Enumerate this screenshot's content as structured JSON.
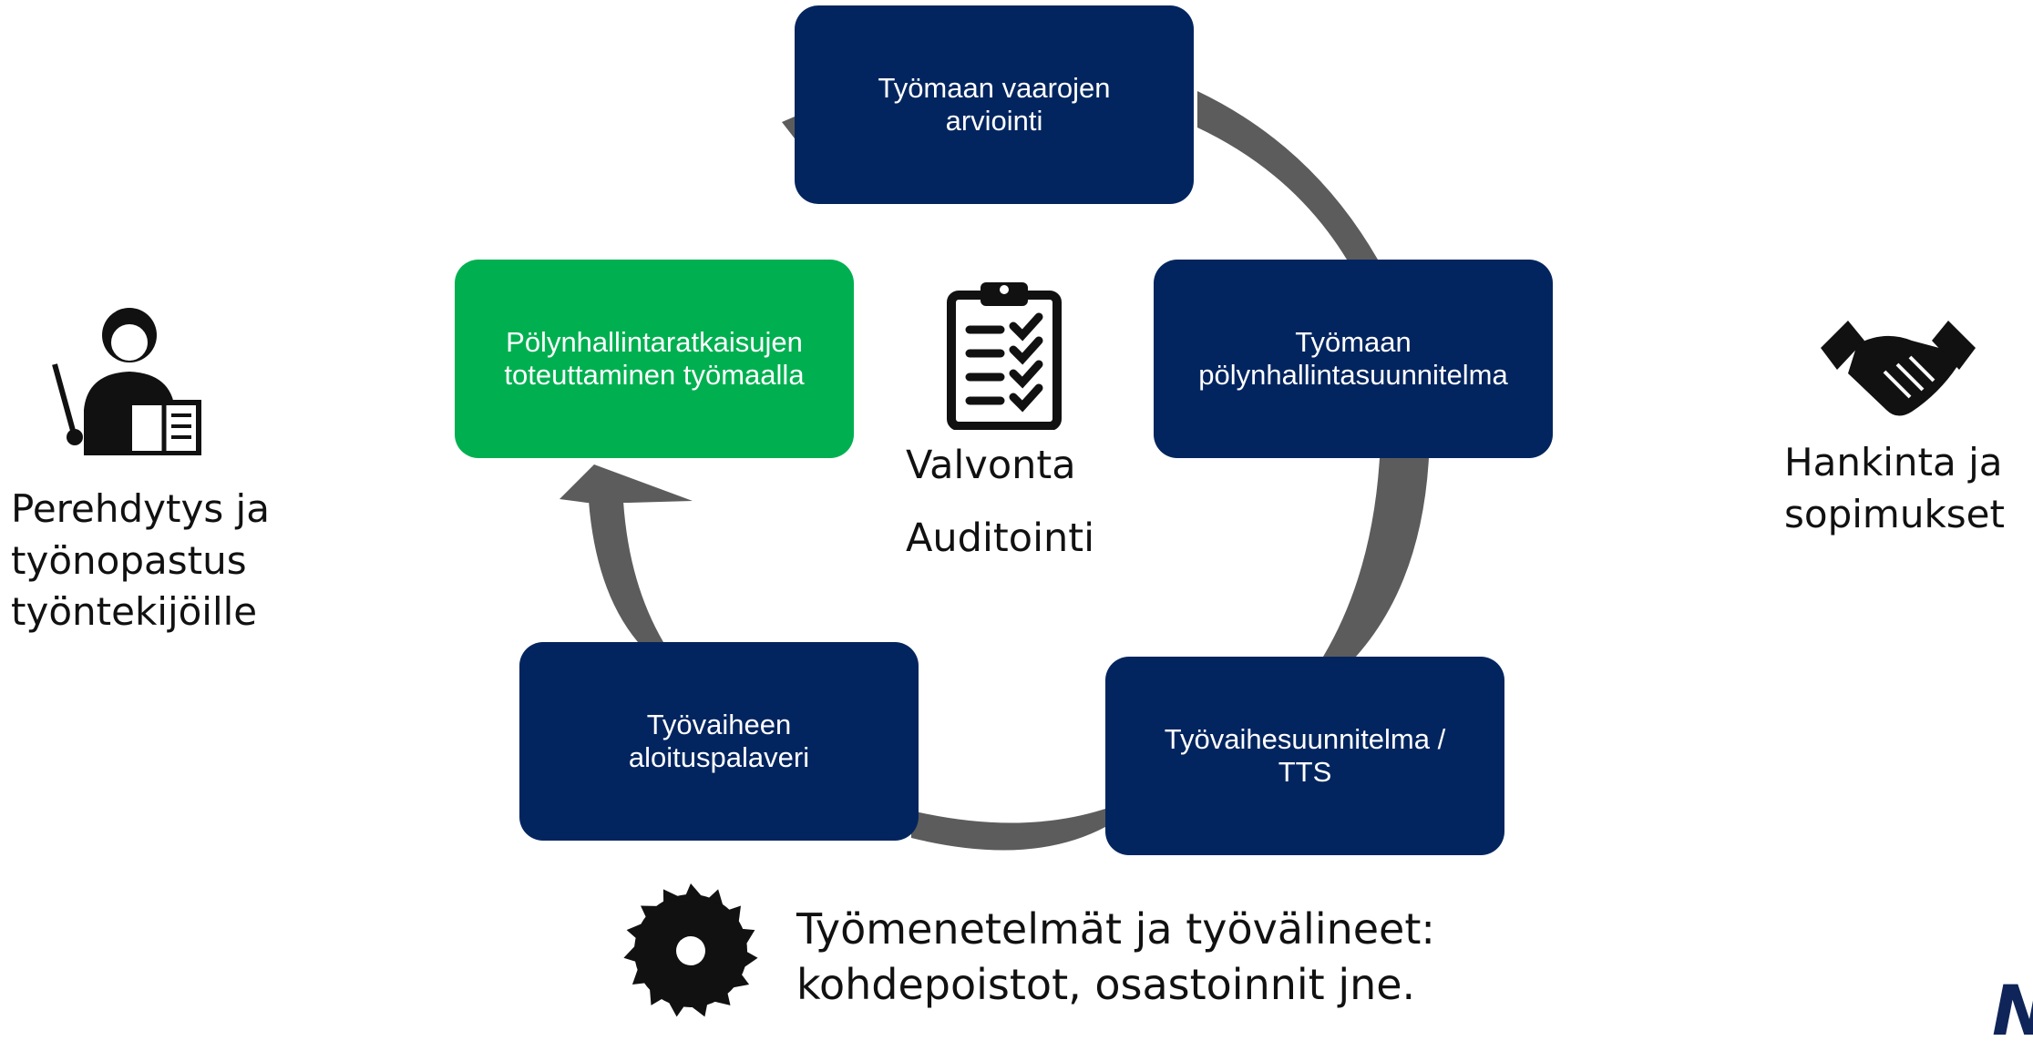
{
  "colors": {
    "node_blue": "#03255f",
    "node_green": "#00b050",
    "arrow_gray": "#5c5c5c",
    "text_dark": "#111111"
  },
  "cycle": {
    "nodes": [
      {
        "label": "Työmaan vaarojen\narviointi",
        "color": "#03255f"
      },
      {
        "label": "Työmaan\npölynhallintasuunnitelma",
        "color": "#03255f"
      },
      {
        "label": "Työvaihesuunnitelma /\nTTS",
        "color": "#03255f"
      },
      {
        "label": "Työvaiheen\naloituspalaveri",
        "color": "#03255f"
      },
      {
        "label": "Pölynhallintaratkaisujen\ntoteuttaminen työmaalla",
        "color": "#00b050"
      }
    ],
    "center": {
      "line1": "Valvonta",
      "line2": "Auditointi",
      "icon": "clipboard-checklist-icon"
    }
  },
  "side_items": {
    "left": {
      "label": "Perehdytys ja\ntyönopastus\ntyöntekijöille",
      "icon": "teacher-icon"
    },
    "right": {
      "label": "Hankinta ja\nsopimukset",
      "icon": "handshake-icon"
    },
    "bottom": {
      "label": "Työmenetelmät ja työvälineet:\nkohdepoistot, osastoinnit jne.",
      "icon": "saw-blade-icon"
    }
  }
}
